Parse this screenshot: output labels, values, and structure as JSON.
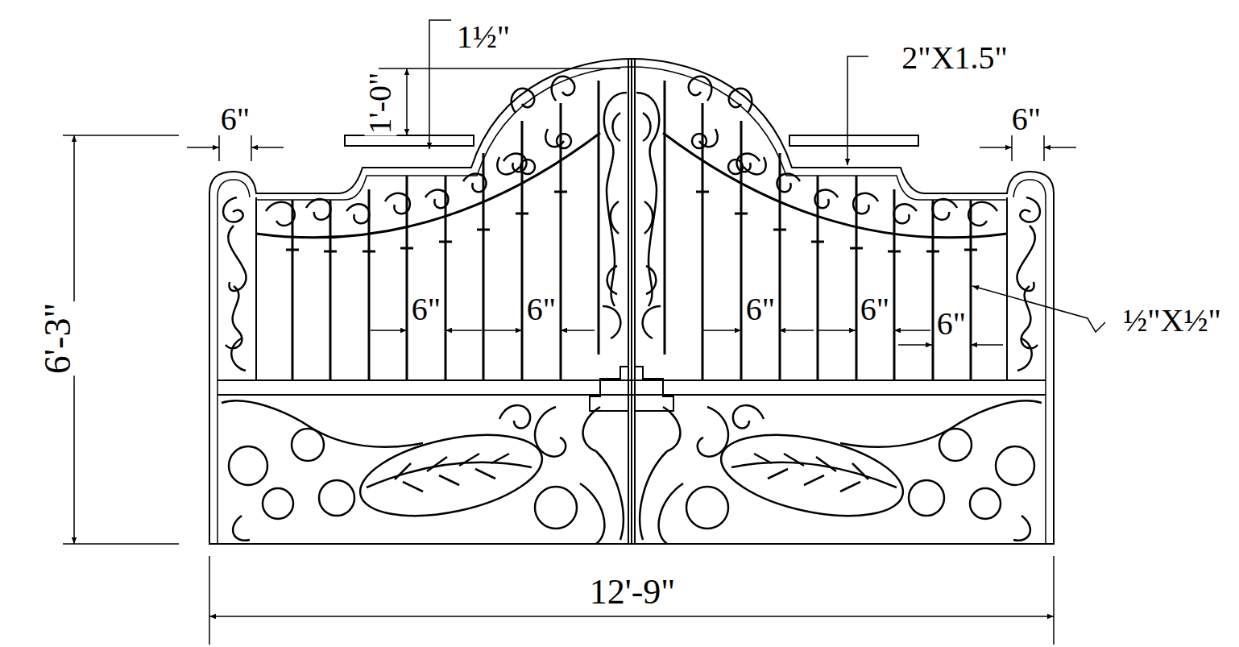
{
  "diagram": {
    "labels": [
      "1½\"",
      "1'-0\"",
      "2\"X1.5\"",
      "6\"",
      "6\"",
      "6'-3\"",
      "6\"",
      "6\"",
      "6\"",
      "6\"",
      "6\"",
      "½\"X½\"",
      "12'-9\""
    ]
  }
}
